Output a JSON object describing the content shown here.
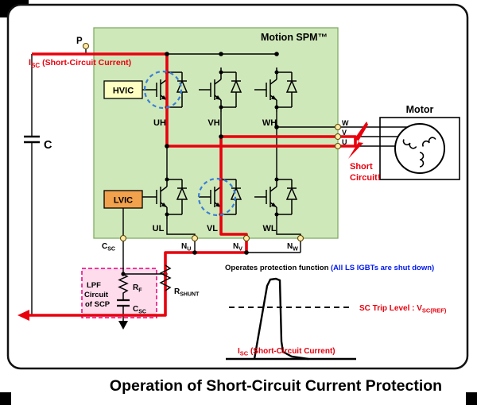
{
  "colors": {
    "red": "#e8000d",
    "panel-green": "#cfe8ba",
    "panel-green-border": "#7fae63",
    "hvic-yellow": "#ffffc2",
    "lvic-orange": "#f2a24c",
    "lpf-pink-fill": "#ffdcec",
    "lpf-pink-border": "#e6007e",
    "blue-text": "#0018ee",
    "blue-dash": "#3a7fd5",
    "terminal-fill": "#ffe9a8"
  },
  "title": "Operation of Short-Circuit Current Protection",
  "module_label": "Motion SPM™",
  "hvic": "HVIC",
  "lvic": "LVIC",
  "igbt_labels": {
    "uh": "UH",
    "vh": "VH",
    "wh": "WH",
    "ul": "UL",
    "vl": "VL",
    "wl": "WL"
  },
  "bus_cap_label": "C",
  "p_terminal": "P",
  "isc_label": {
    "sym": "I",
    "sub": "SC",
    "rest": " (Short-Circuit Current)"
  },
  "phase_terminals": {
    "w": "W",
    "v": "V",
    "u": "U"
  },
  "n_terminals": {
    "n": "N",
    "u_sub": "U",
    "v_sub": "V",
    "w_sub": "W"
  },
  "csc_pin": {
    "sym": "C",
    "sub": "SC"
  },
  "motor_label": "Motor",
  "short_circuit": {
    "line1": "Short",
    "line2": "Circuit!"
  },
  "lpf_box": {
    "line1": "LPF",
    "line2": "Circuit",
    "line3": "of SCP"
  },
  "rf_label": {
    "sym": "R",
    "sub": "F"
  },
  "csc_cap_label": {
    "sym": "C",
    "sub": "SC"
  },
  "rshunt_label": {
    "sym": "R",
    "sub": "SHUNT"
  },
  "graph": {
    "protection_text": "Operates protection function ",
    "protection_text_blue": "(All LS IGBTs are shut down)",
    "trip_label": "SC Trip Level : V",
    "trip_sub": "SC(REF)",
    "isc": {
      "sym": "I",
      "sub": "SC",
      "rest": " (Short-Circuit Current)"
    }
  }
}
